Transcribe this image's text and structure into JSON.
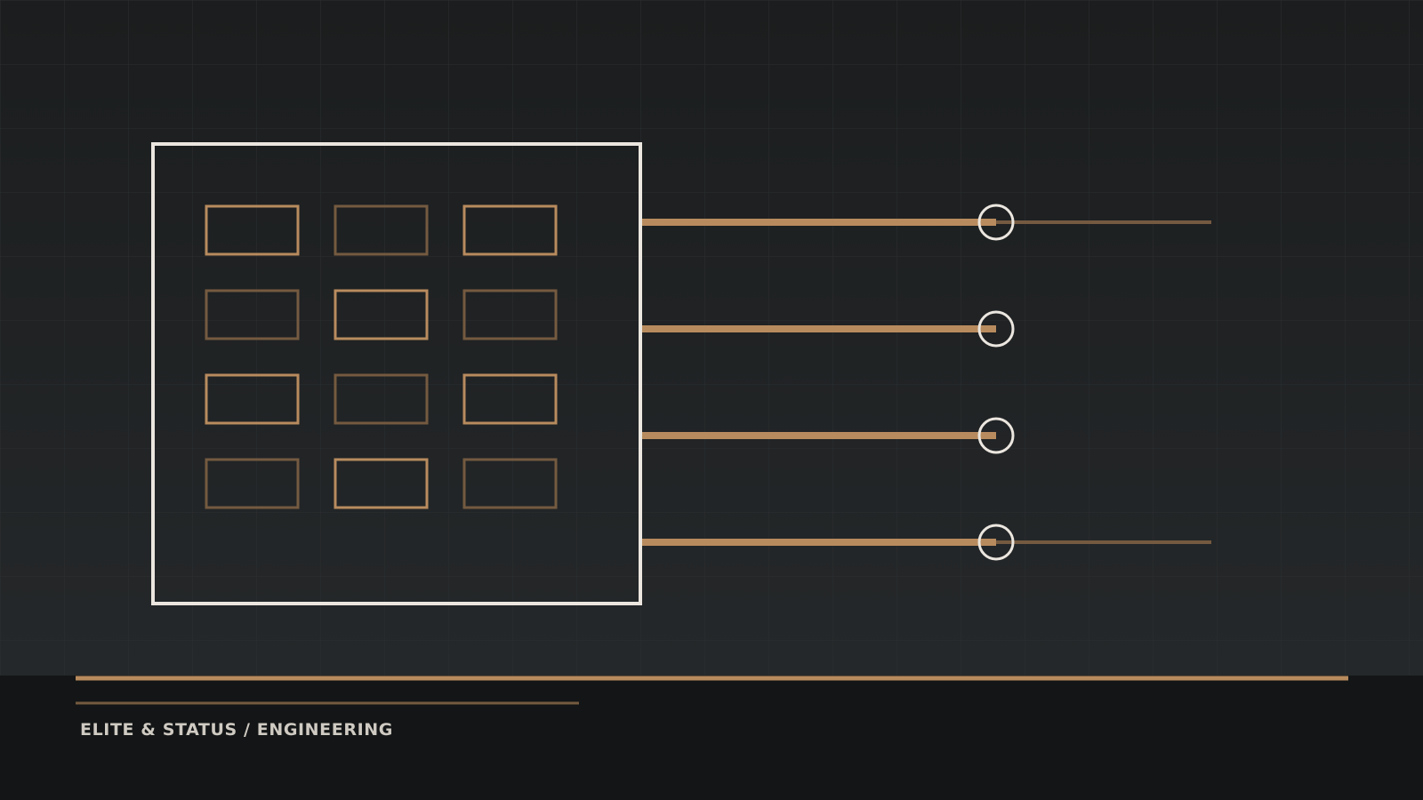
{
  "footer": {
    "label": "ELITE & STATUS / ENGINEERING"
  },
  "diagram": {
    "grid_rows": 4,
    "grid_cols": 3,
    "cell_states": [
      [
        "bright",
        "dim",
        "bright"
      ],
      [
        "dim",
        "bright",
        "dim"
      ],
      [
        "bright",
        "dim",
        "bright"
      ],
      [
        "dim",
        "bright",
        "dim"
      ]
    ],
    "connectors": [
      {
        "node": true,
        "extension": true
      },
      {
        "node": true,
        "extension": false
      },
      {
        "node": true,
        "extension": false
      },
      {
        "node": true,
        "extension": true
      }
    ]
  },
  "colors": {
    "background_top": "#1b1d1e",
    "background_bottom": "#25282a",
    "footer_band": "#131516",
    "grid_line": "#2c2f31",
    "frame": "#ebe6df",
    "accent": "#b88b5e",
    "accent_dim": "#745a40",
    "node_stroke": "#ebe6df"
  }
}
